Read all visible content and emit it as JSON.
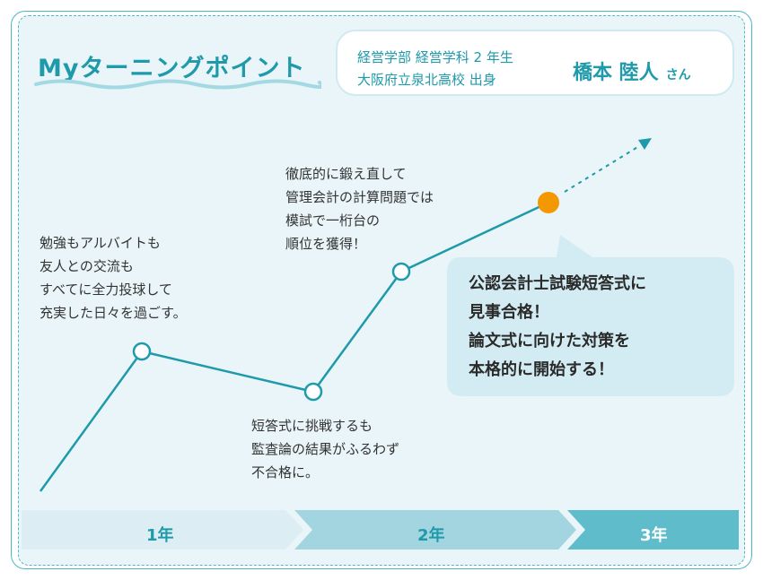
{
  "header": {
    "title": "Myターニングポイント"
  },
  "profile": {
    "line1": "経営学部 経営学科 2 年生",
    "line2": "大阪府立泉北高校 出身",
    "name": "橋本 陸人",
    "honorific": "さん"
  },
  "notes": {
    "first": [
      "勉強もアルバイトも",
      "友人との交流も",
      "すべてに全力投球して",
      "充実した日々を過ごす。"
    ],
    "dip": [
      "短答式に挑戦するも",
      "監査論の結果がふるわず",
      "不合格に。"
    ],
    "rise": [
      "徹底的に鍛え直して",
      "管理会計の計算問題では",
      "模試で一桁台の",
      "順位を獲得！"
    ],
    "bubble": [
      "公認会計士試験短答式に",
      "見事合格！",
      "論文式に向けた対策を",
      "本格的に開始する！"
    ]
  },
  "timeline": {
    "years": [
      "1年",
      "2年",
      "3年"
    ],
    "colors": [
      "#dcedf3",
      "#a3d5e0",
      "#5ebccb"
    ],
    "label_colors": [
      "#1e9aaa",
      "#1e9aaa",
      "#ffffff"
    ]
  },
  "colors": {
    "line": "#1e9aaa",
    "highlight": "#f39800",
    "accent": "#4db8c5"
  }
}
